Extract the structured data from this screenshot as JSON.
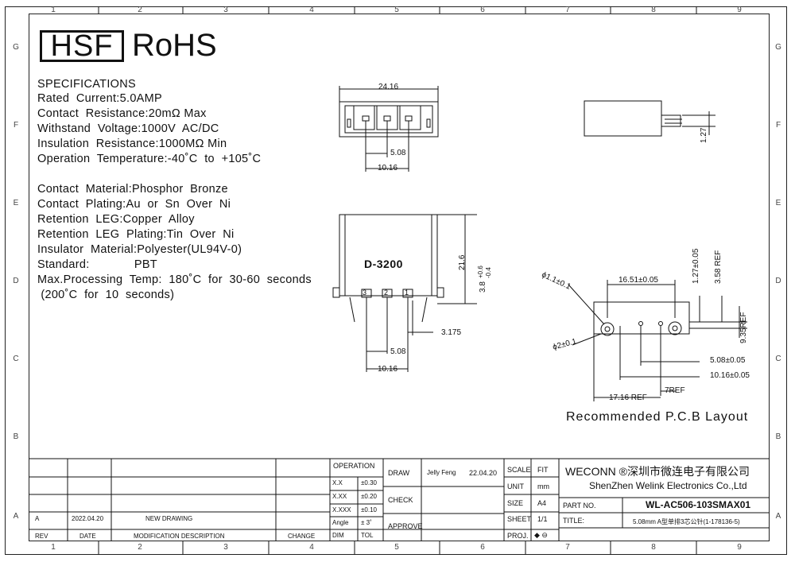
{
  "zones": {
    "columns": [
      "1",
      "2",
      "3",
      "4",
      "5",
      "6",
      "7",
      "8",
      "9"
    ],
    "rows": [
      "G",
      "F",
      "E",
      "D",
      "C",
      "B",
      "A"
    ]
  },
  "logos": {
    "hsf": "HSF",
    "rohs": "RoHS"
  },
  "specifications": [
    "SPECIFICATIONS",
    "Rated  Current:5.0AMP",
    "Contact  Resistance:20mΩ Max",
    "Withstand  Voltage:1000V  AC/DC",
    "Insulation  Resistance:1000MΩ Min",
    "Operation  Temperature:-40˚C  to  +105˚C",
    "Contact  Material:Phosphor  Bronze",
    "Contact  Plating:Au  or  Sn  Over  Ni",
    "Retention  LEG:Copper  Alloy",
    "Retention  LEG  Plating:Tin  Over  Ni",
    "Insulator  Material:Polyester(UL94V-0)",
    "Standard:             PBT",
    "Max.Processing  Temp:  180˚C  for  30-60  seconds",
    " (200˚C  for  10  seconds)"
  ],
  "top_view": {
    "width": "24.16",
    "pitch": "5.08",
    "span": "10.16"
  },
  "side_view": {
    "height": "1.27"
  },
  "front_view": {
    "label": "D-3200",
    "height": "21.6",
    "pin_len": "3.8",
    "tol_plus": "+0.6",
    "tol_minus": "-0.4",
    "offset": "3.175",
    "pitch": "5.08",
    "span": "10.16",
    "pins": [
      "3",
      "2",
      "1"
    ]
  },
  "pcb": {
    "title": "Recommended  P.C.B  Layout",
    "hole_small": "ϕ1.1±0.1",
    "hole_big": "ϕ2±0.1",
    "d1": "16.51±0.05",
    "d2": "1.27±0.05",
    "d3": "3.58  REF",
    "d4": "9.35REF",
    "d5": "5.08±0.05",
    "d6": "10.16±0.05",
    "d7": "17.16  REF",
    "d8": "7REF"
  },
  "title_block": {
    "operation": "OPERATION",
    "tol_rows": [
      {
        "k": "X.X",
        "v": "±0.30"
      },
      {
        "k": "X.XX",
        "v": "±0.20"
      },
      {
        "k": "X.XXX",
        "v": "±0.10"
      },
      {
        "k": "Angle",
        "v": "± 3˚"
      },
      {
        "k": "DIM",
        "v": "TOL"
      }
    ],
    "draw": "DRAW",
    "check": "CHECK",
    "approve": "APPROVE",
    "drawer": "Jelly  Feng",
    "date": "22.04.20",
    "scale": "SCALE",
    "scale_v": "FIT",
    "unit": "UNIT",
    "unit_v": "mm",
    "size": "SIZE",
    "size_v": "A4",
    "sheet": "SHEET",
    "sheet_v": "1/1",
    "proj": "PROJ.",
    "proj_v": "◆ ⊖",
    "company": "WECONN ®深圳市微连电子有限公司",
    "company_en": "ShenZhen Welink Electronics Co.,Ltd",
    "part_no_label": "PART  NO.",
    "part_no": "WL-AC506-103SMAX01",
    "title_label": "TITLE:",
    "title_v": "5.08mm  A型单排3芯公针(1-178136-5)",
    "rev": {
      "rev": "A",
      "date": "2022.04.20",
      "desc": "NEW  DRAWING"
    },
    "headers": {
      "rev": "REV",
      "date": "DATE",
      "desc": "MODIFICATION  DESCRIPTION",
      "change": "CHANGE"
    }
  }
}
